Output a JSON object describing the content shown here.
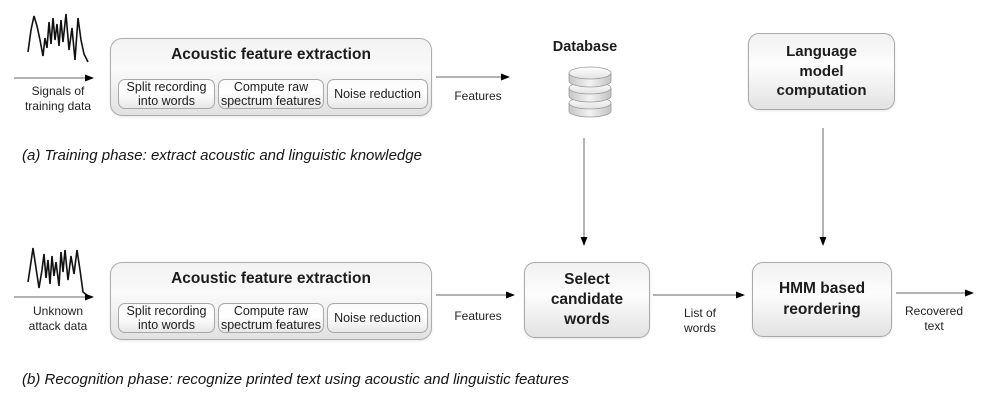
{
  "diagram": {
    "phase_a": {
      "input_label": "Signals of\ntraining data",
      "extraction": {
        "title": "Acoustic feature extraction",
        "steps": [
          {
            "label": "Split recording\ninto words"
          },
          {
            "label": "Compute raw\nspectrum features"
          },
          {
            "label": "Noise reduction"
          }
        ]
      },
      "features_label": "Features",
      "database_label": "Database",
      "language_model_label": "Language\nmodel\ncomputation",
      "caption": "(a) Training phase: extract acoustic and linguistic knowledge"
    },
    "phase_b": {
      "input_label": "Unknown\nattack data",
      "extraction": {
        "title": "Acoustic feature extraction",
        "steps": [
          {
            "label": "Split recording\ninto words"
          },
          {
            "label": "Compute raw\nspectrum features"
          },
          {
            "label": "Noise reduction"
          }
        ]
      },
      "features_label": "Features",
      "select_candidate_label": "Select\ncandidate\nwords",
      "list_of_words_label": "List of\nwords",
      "hmm_label": "HMM based\nreordering",
      "recovered_label": "Recovered\ntext",
      "caption": "(b) Recognition phase: recognize printed text using acoustic and linguistic features"
    },
    "icons": {
      "waveform_training": "waveform-icon",
      "waveform_attack": "waveform-icon",
      "database": "database-cylinder-icon"
    },
    "colors": {
      "box_border": "#a8a8a8",
      "box_fill_light": "#fdfdfd",
      "box_fill_shade": "#e2e2e2",
      "arrow_line": "#666666",
      "arrowhead": "#000000",
      "text": "#1c1c1c"
    }
  }
}
